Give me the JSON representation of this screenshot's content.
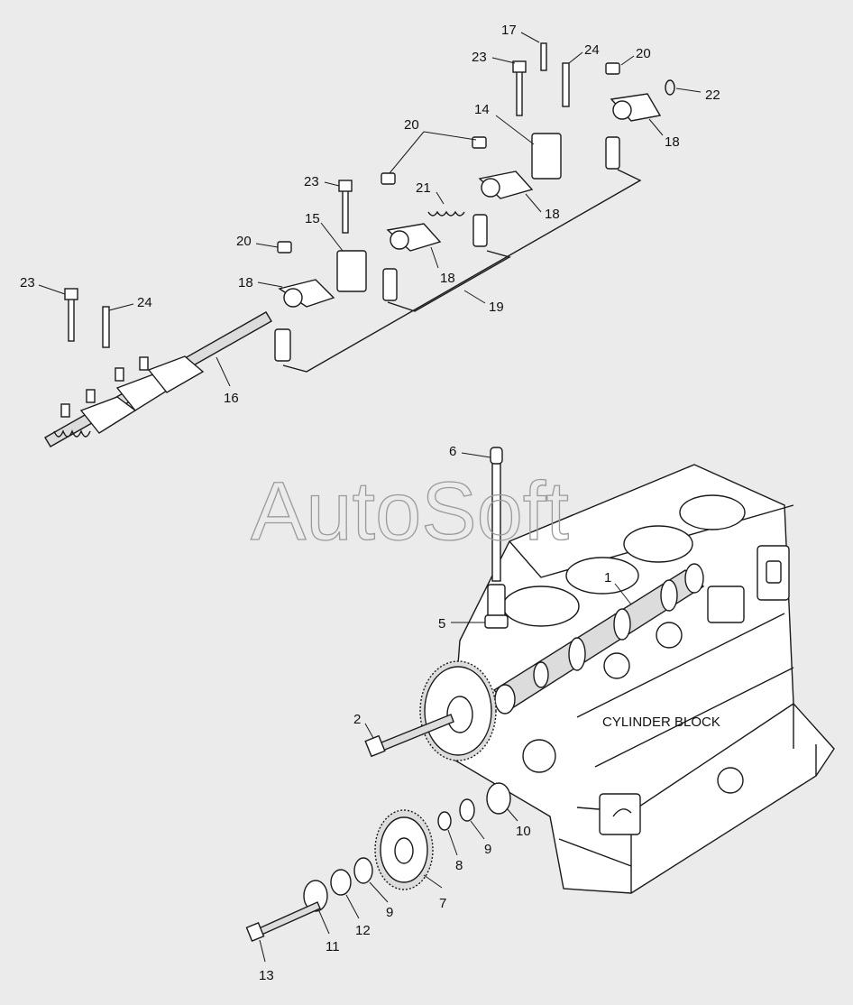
{
  "watermark": "AutoSoft",
  "block_label": "CYLINDER BLOCK",
  "callouts": [
    "17",
    "23",
    "24",
    "20",
    "22",
    "14",
    "18",
    "20",
    "23",
    "21",
    "18",
    "15",
    "20",
    "18",
    "18",
    "23",
    "24",
    "19",
    "16",
    "6",
    "1",
    "5",
    "2",
    "10",
    "9",
    "8",
    "9",
    "7",
    "12",
    "11",
    "13"
  ]
}
